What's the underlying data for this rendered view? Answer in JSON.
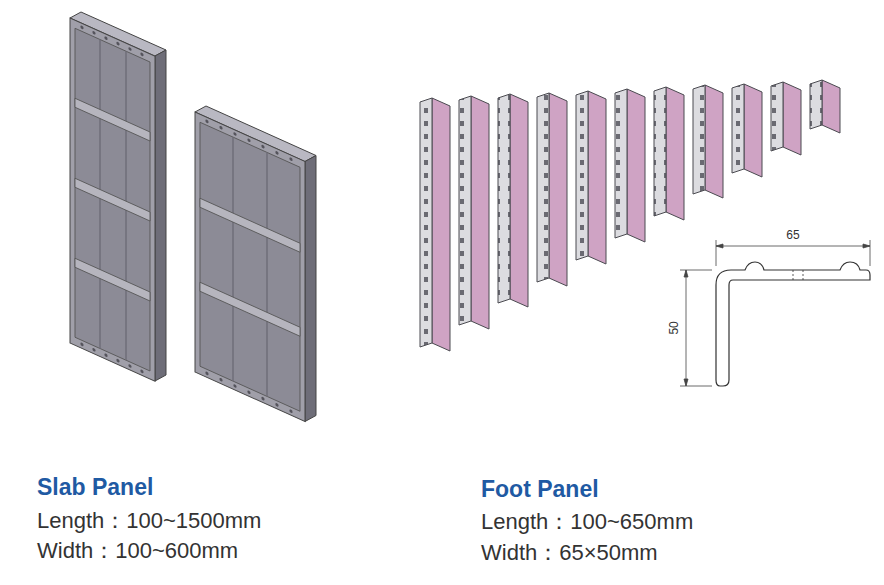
{
  "diagram": {
    "labels": [
      "Slab Panel",
      "Length：100~1500mm",
      "Width：100~600mm",
      "Foot Panel",
      "Length：100~650mm",
      "Width：65×50mm",
      "65",
      "50"
    ]
  }
}
